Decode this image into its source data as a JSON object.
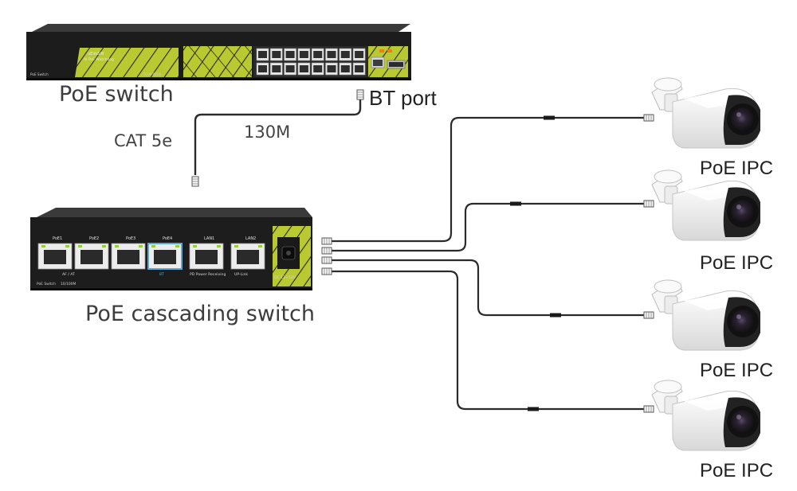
{
  "labels": {
    "poe_switch": "PoE switch",
    "bt_port": "BT port",
    "cable_type": "CAT 5e",
    "distance": "130M",
    "cascading_switch": "PoE cascading switch",
    "camera": "PoE IPC"
  },
  "switch_panel": {
    "top_line1": "uEVoSW",
    "top_line2": "AI PoE Watchdog",
    "top_bottom": "PoE Switch",
    "top_model": "SL0K-P016"
  },
  "cascade_panel": {
    "ports": [
      "PoE1",
      "PoE2",
      "PoE3",
      "PoE4",
      "LAN1",
      "LAN2"
    ],
    "group_left": "AF / AT",
    "group_mid": "BT",
    "group_right1": "PD Power Receiving",
    "group_right2": "UP-Link",
    "footer_left": "PoE Switch",
    "footer_speed": "10/100M",
    "power": "DC 12~52V"
  },
  "cameras": [
    "PoE IPC",
    "PoE IPC",
    "PoE IPC",
    "PoE IPC"
  ],
  "colors": {
    "device_body": "#1e1e1e",
    "accent_yellow": "#b7c72a",
    "cable": "#2b2b2b",
    "port_blue": "#5aa7d6",
    "camera_body": "#f3f3f3",
    "lens": "#151515"
  }
}
